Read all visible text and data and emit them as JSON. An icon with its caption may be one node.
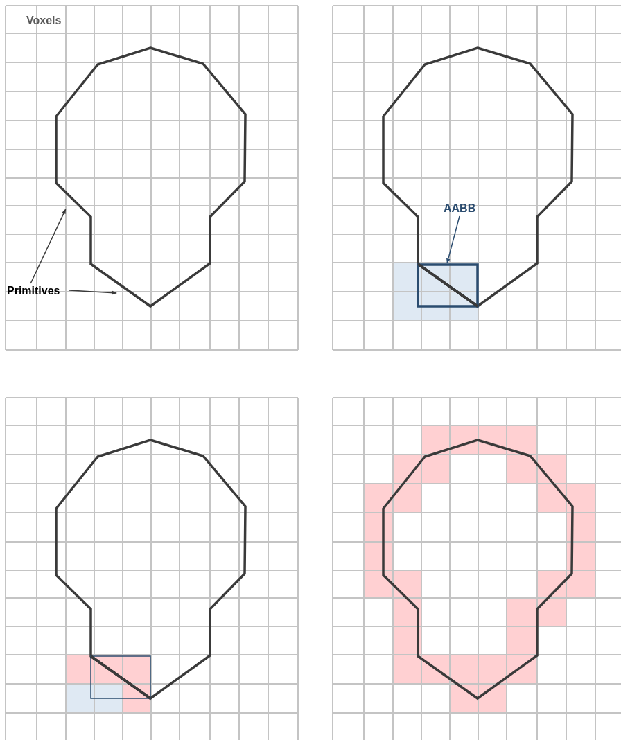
{
  "diagram": {
    "nodes": [
      {
        "text": [
          "Primitives"
        ]
      },
      {
        "text": [],
        "shape": "polygon"
      },
      {
        "text": [
          "AABB"
        ]
      },
      {
        "text": [],
        "shape": "box"
      },
      {
        "text": [],
        "shape": "box"
      }
    ],
    "edges": [
      {
        "from": 0,
        "to": 1,
        "arrow": "to"
      },
      {
        "from": 0,
        "to": 1,
        "arrow": "to"
      },
      {
        "from": 2,
        "to": 3,
        "arrow": "to",
        "color": "#2b4c6f"
      }
    ],
    "labels": [
      "Voxels"
    ]
  }
}
